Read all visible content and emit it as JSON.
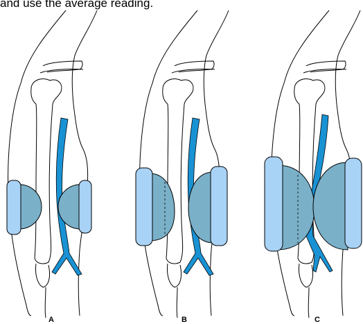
{
  "header_text": "and use the average reading.",
  "panels": [
    {
      "label": "A"
    },
    {
      "label": "B"
    },
    {
      "label": "C"
    }
  ],
  "colors": {
    "line": "#000000",
    "cuff_fill": "#a9d3f6",
    "bulge_fill": "#7ab0c8",
    "vessel_fill": "#1992d4",
    "background": "#ffffff"
  }
}
